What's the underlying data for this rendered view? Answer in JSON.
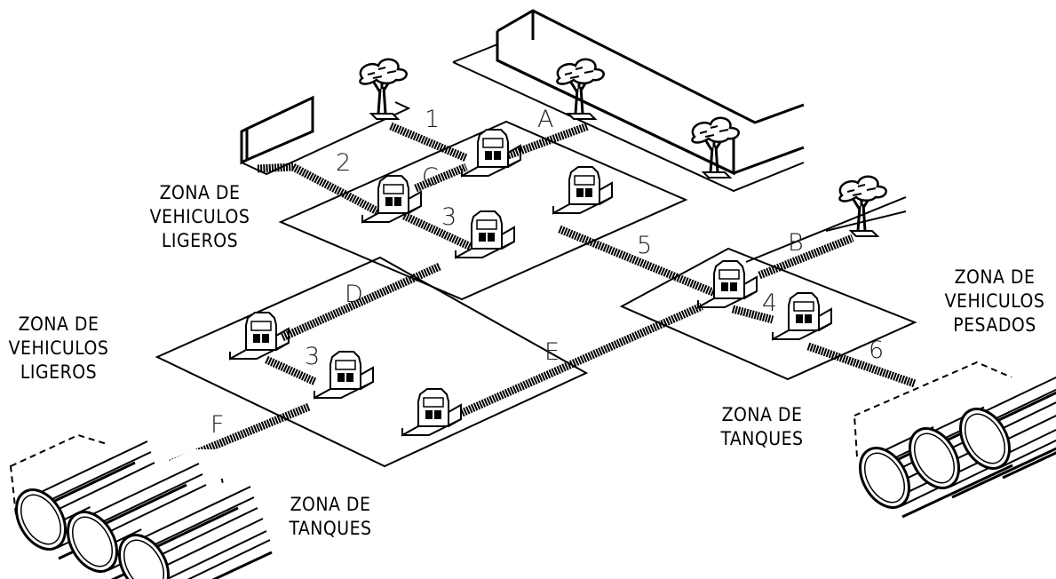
{
  "zones": {
    "light_top": [
      "ZONA DE",
      "VEHICULOS",
      "LIGEROS"
    ],
    "light_left": [
      "ZONA DE",
      "VEHICULOS",
      "LIGEROS"
    ],
    "heavy": [
      "ZONA DE",
      "VEHICULOS",
      "PESADOS"
    ],
    "tanks_right": [
      "ZONA DE",
      "TANQUES"
    ],
    "tanks_left": [
      "ZONA DE",
      "TANQUES"
    ]
  },
  "segments": {
    "s1": "1",
    "s2": "2",
    "s3a": "3",
    "s3b": "3",
    "s4": "4",
    "s5": "5",
    "s6": "6",
    "A": "A",
    "B": "B",
    "C": "C",
    "D": "D",
    "E": "E",
    "F": "F"
  },
  "colors": {
    "line": "#000000",
    "background": "#ffffff",
    "label": "#222222"
  }
}
